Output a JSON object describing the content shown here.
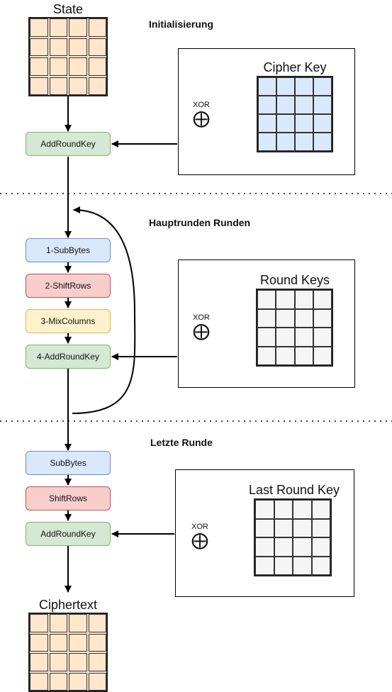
{
  "state_title": "State",
  "ciphertext_title": "Ciphertext",
  "sections": {
    "init": "Initialisierung",
    "main": "Hauptrunden Runden",
    "final": "Letzte Runde"
  },
  "steps": {
    "init_addroundkey": "AddRoundKey",
    "main_subbytes": "1-SubBytes",
    "main_shiftrows": "2-ShiftRows",
    "main_mixcolumns": "3-MixColumns",
    "main_addroundkey": "4-AddRoundKey",
    "final_subbytes": "SubBytes",
    "final_shiftrows": "ShiftRows",
    "final_addroundkey": "AddRoundKey"
  },
  "keys": {
    "cipher_key": "Cipher Key",
    "round_keys": "Round Keys",
    "last_round_key": "Last Round Key",
    "xor_label": "XOR",
    "xor_symbol": "⨁"
  },
  "colors": {
    "state_fill": "#ffe6cc",
    "cipher_key_fill": "#dae8fc",
    "round_key_fill": "#f5f5f5",
    "green_step": "#d5e8d4",
    "blue_step": "#dae8fc",
    "red_step": "#f8cecc",
    "yellow_step": "#fff2cc"
  }
}
